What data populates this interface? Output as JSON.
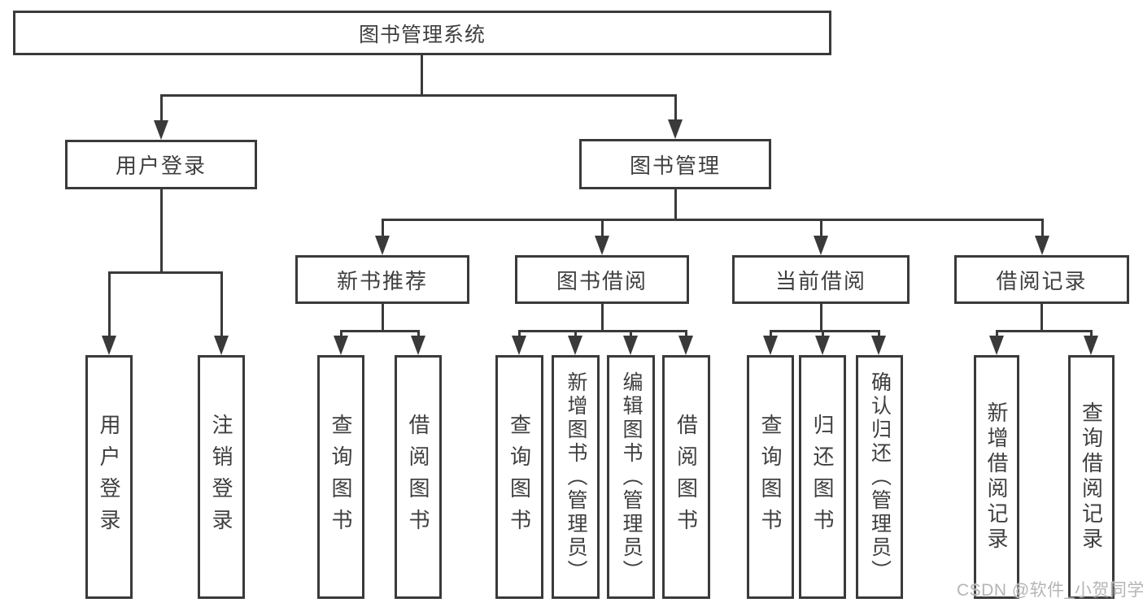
{
  "root": {
    "label": "图书管理系统"
  },
  "level2": [
    {
      "label": "用户登录"
    },
    {
      "label": "图书管理"
    }
  ],
  "level3": [
    {
      "label": "新书推荐",
      "parent": "图书管理"
    },
    {
      "label": "图书借阅",
      "parent": "图书管理"
    },
    {
      "label": "当前借阅",
      "parent": "图书管理"
    },
    {
      "label": "借阅记录",
      "parent": "图书管理"
    }
  ],
  "leaves": [
    {
      "label": "用户登录",
      "parent": "用户登录"
    },
    {
      "label": "注销登录",
      "parent": "用户登录"
    },
    {
      "label": "查询图书",
      "parent": "新书推荐"
    },
    {
      "label": "借阅图书",
      "parent": "新书推荐"
    },
    {
      "label": "查询图书",
      "parent": "图书借阅"
    },
    {
      "label": "新增图书（管理员）",
      "parent": "图书借阅"
    },
    {
      "label": "编辑图书（管理员）",
      "parent": "图书借阅"
    },
    {
      "label": "借阅图书",
      "parent": "图书借阅"
    },
    {
      "label": "查询图书",
      "parent": "当前借阅"
    },
    {
      "label": "归还图书",
      "parent": "当前借阅"
    },
    {
      "label": "确认归还（管理员）",
      "parent": "当前借阅"
    },
    {
      "label": "新增借阅记录",
      "parent": "借阅记录"
    },
    {
      "label": "查询借阅记录",
      "parent": "借阅记录"
    }
  ],
  "watermark": "CSDN @软件_小贺同学",
  "colors": {
    "line": "#3a3a3a",
    "text": "#3f3f3f",
    "background": "#ffffff",
    "watermark": "#b5b5b5"
  }
}
